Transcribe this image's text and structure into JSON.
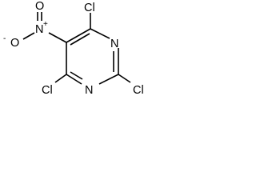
{
  "molecule": {
    "atoms": {
      "nitro_oxygen_double": "O",
      "nitro_nitrogen": "N",
      "nitro_nitrogen_charge": "+",
      "nitro_oxygen_single": "O",
      "nitro_oxygen_single_charge": "-",
      "chlorine_top": "Cl",
      "ring_nitrogen_right": "N",
      "chlorine_right": "Cl",
      "ring_nitrogen_bottom": "N",
      "chlorine_bottom_left": "Cl"
    }
  }
}
